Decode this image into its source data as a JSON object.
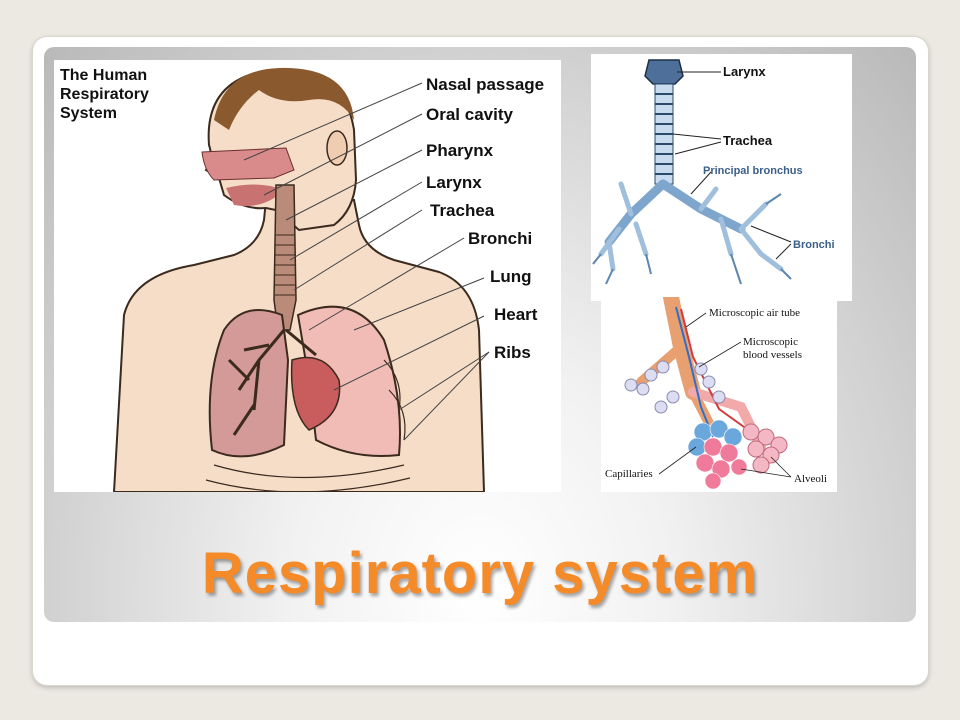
{
  "slide": {
    "title": "Respiratory system",
    "accent_color": "#f58a28"
  },
  "figure_main": {
    "heading_lines": [
      "The Human",
      "Respiratory",
      "System"
    ],
    "labels": [
      "Nasal passage",
      "Oral cavity",
      "Pharynx",
      "Larynx",
      "Trachea",
      "Bronchi",
      "Lung",
      "Heart",
      "Ribs"
    ]
  },
  "figure_bronchial_tree": {
    "labels": [
      "Larynx",
      "Trachea",
      "Principal bronchus",
      "Bronchi"
    ]
  },
  "figure_alveoli": {
    "labels": [
      "Microscopic air tube",
      "Microscopic",
      "blood vessels",
      "Capillaries",
      "Alveoli"
    ]
  }
}
